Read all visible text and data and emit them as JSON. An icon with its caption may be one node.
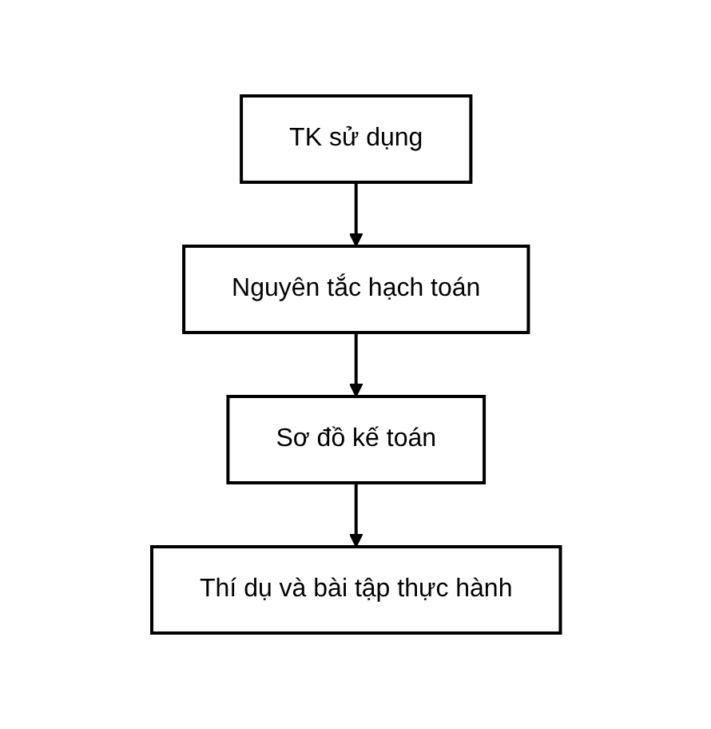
{
  "diagram": {
    "nodes": [
      {
        "text": [
          "TK sử dụng"
        ]
      },
      {
        "text": [
          "Nguyên tắc hạch toán"
        ]
      },
      {
        "text": [
          "Sơ đồ kế toán"
        ]
      },
      {
        "text": [
          "Thí dụ và bài tập thực hành"
        ]
      }
    ],
    "edges": [
      {
        "from": 0,
        "to": 1,
        "arrow": "to"
      },
      {
        "from": 1,
        "to": 2,
        "arrow": "to"
      },
      {
        "from": 2,
        "to": 3,
        "arrow": "to"
      }
    ]
  }
}
